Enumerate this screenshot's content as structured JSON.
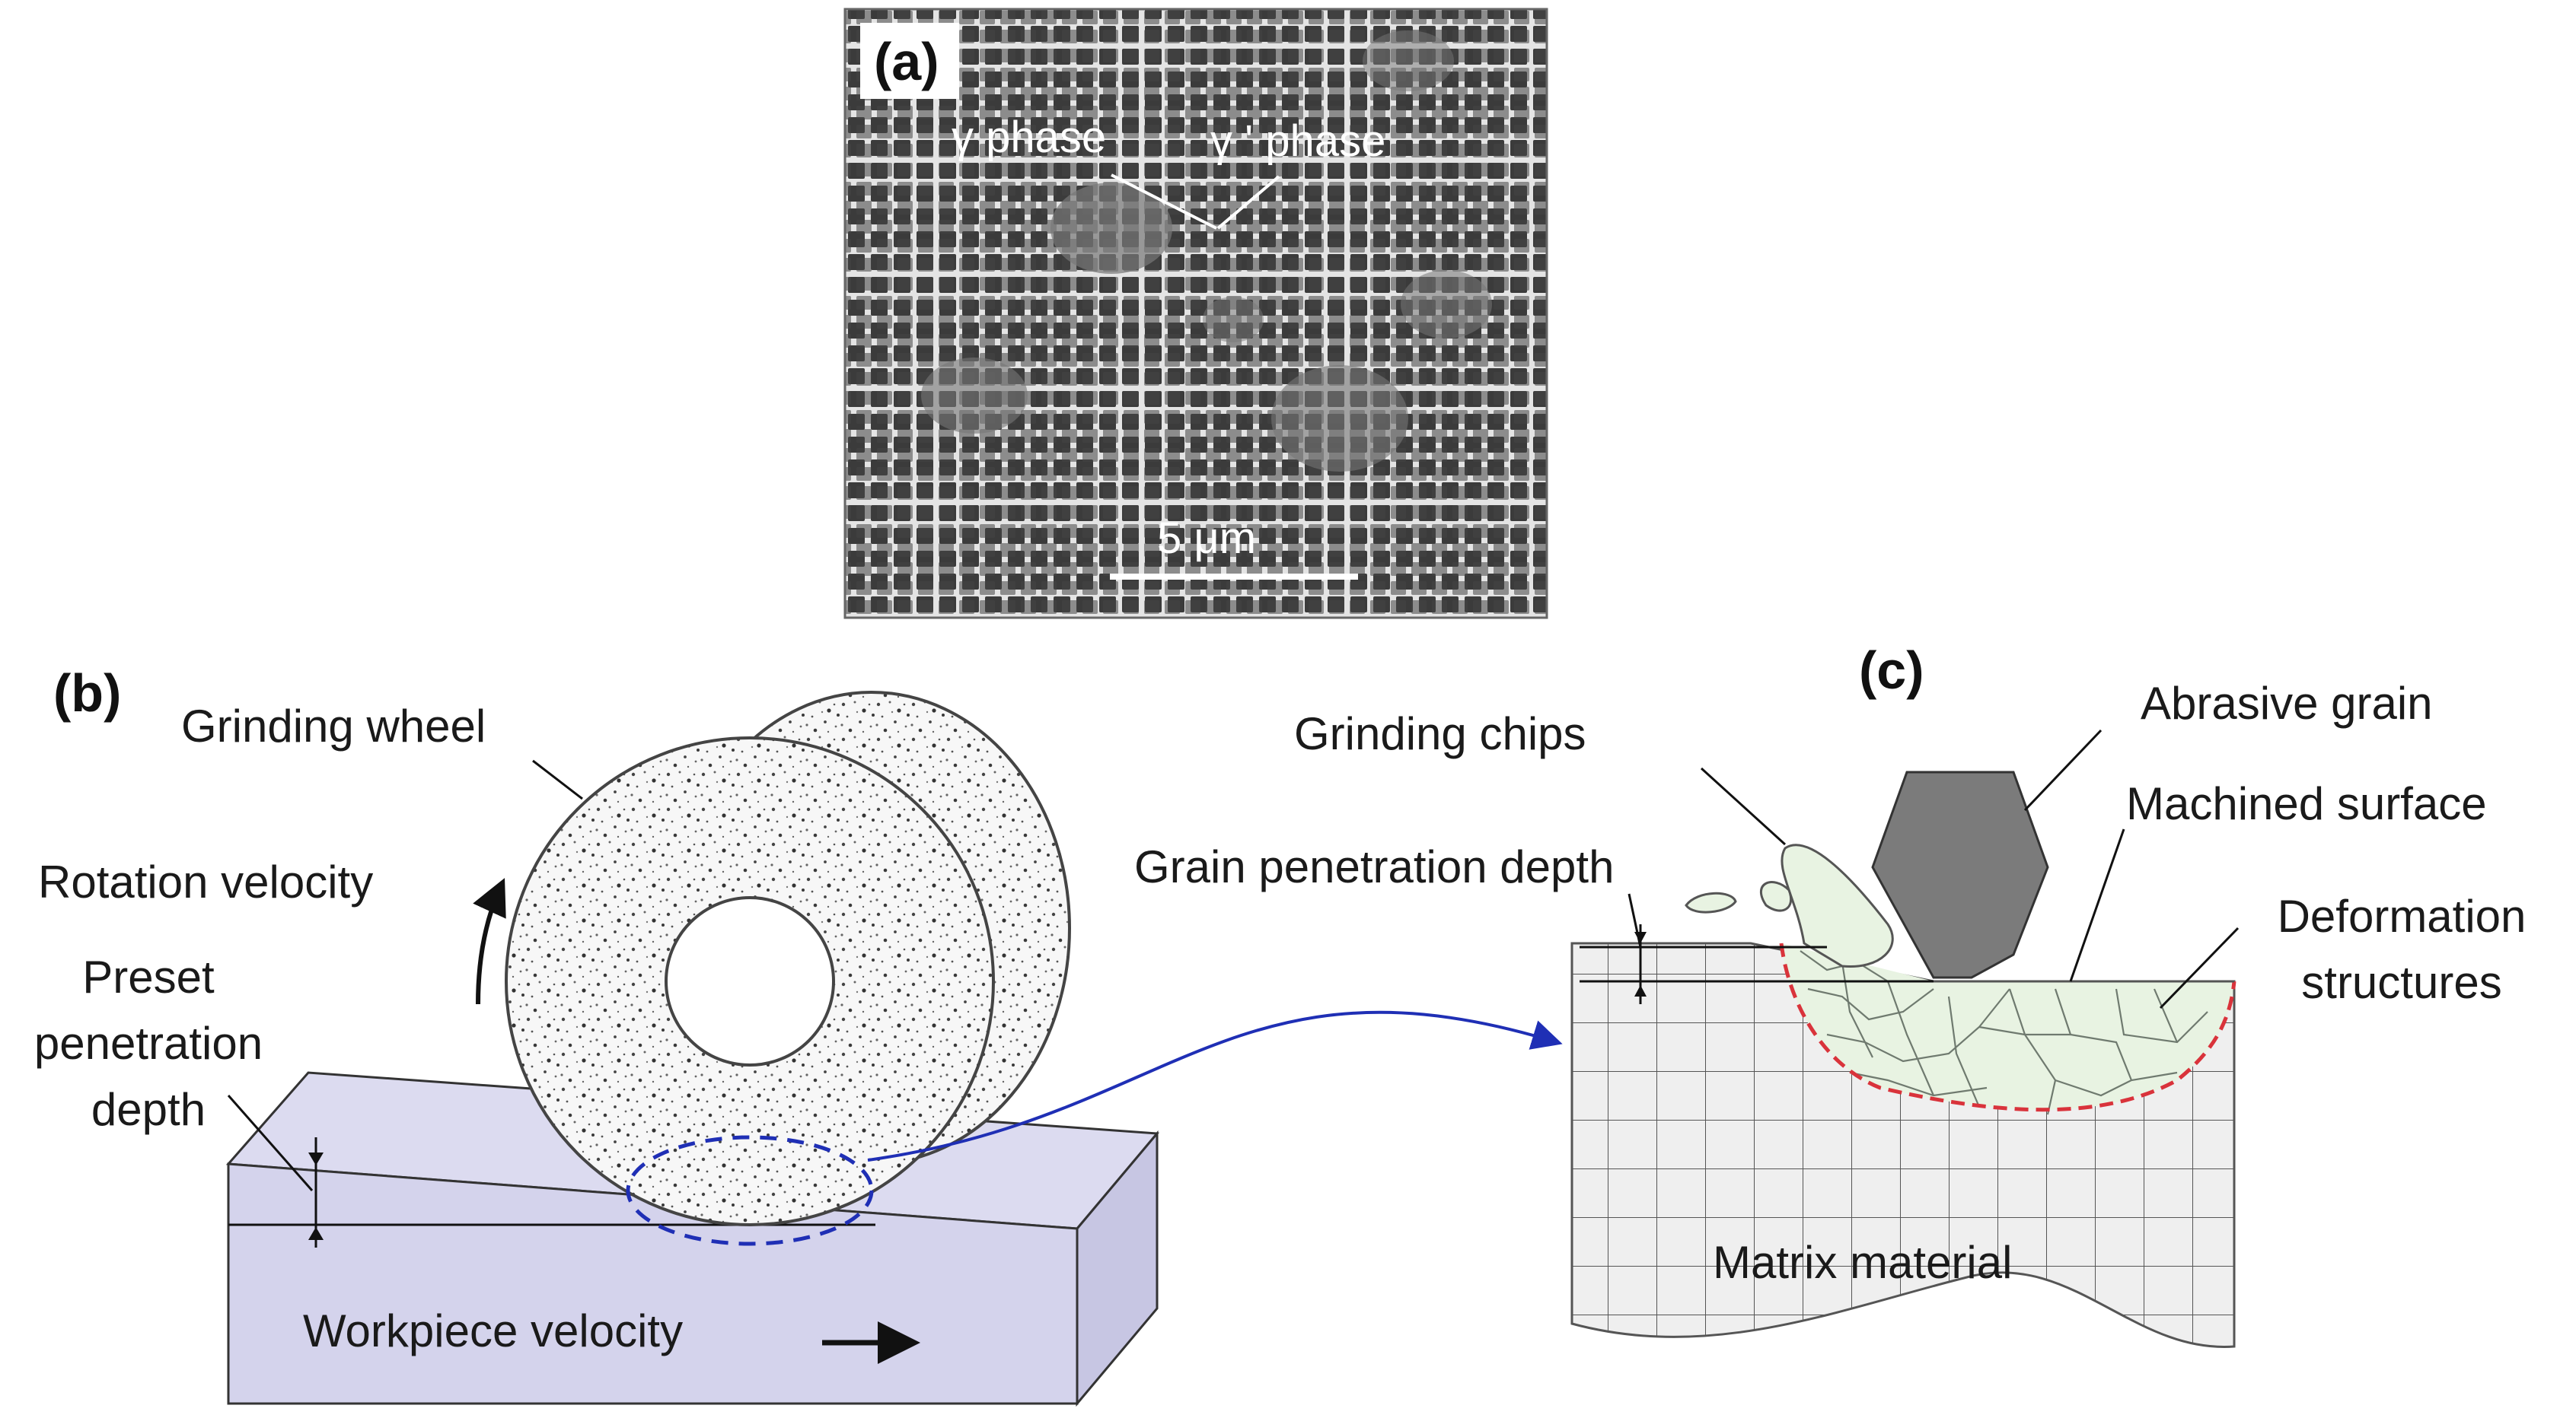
{
  "panels": {
    "a": "(a)",
    "b": "(b)",
    "c": "(c)"
  },
  "micrograph": {
    "label_gamma": "γ phase",
    "label_gamma_prime": "γ ' phase",
    "scale_bar": "5 μm"
  },
  "grinding_setup": {
    "grinding_wheel": "Grinding wheel",
    "rotation_velocity": "Rotation velocity",
    "preset_penetration_depth": [
      "Preset",
      "penetration",
      "depth"
    ],
    "workpiece_velocity": "Workpiece velocity"
  },
  "grain_detail": {
    "grinding_chips": "Grinding chips",
    "abrasive_grain": "Abrasive grain",
    "machined_surface": "Machined surface",
    "grain_penetration_depth": "Grain penetration depth",
    "deformation_structures": [
      "Deformation",
      "structures"
    ],
    "matrix_material": "Matrix material"
  },
  "colors": {
    "workpiece_fill": "#d4d3ec",
    "deformation_fill": "#e8f3e2",
    "deformation_boundary": "#d9333b",
    "zoom_ellipse": "#1f2fb5",
    "arrow_connector": "#1f2fb5",
    "abrasive_grain_fill": "#7b7b7b",
    "matrix_fill": "#efefef"
  }
}
